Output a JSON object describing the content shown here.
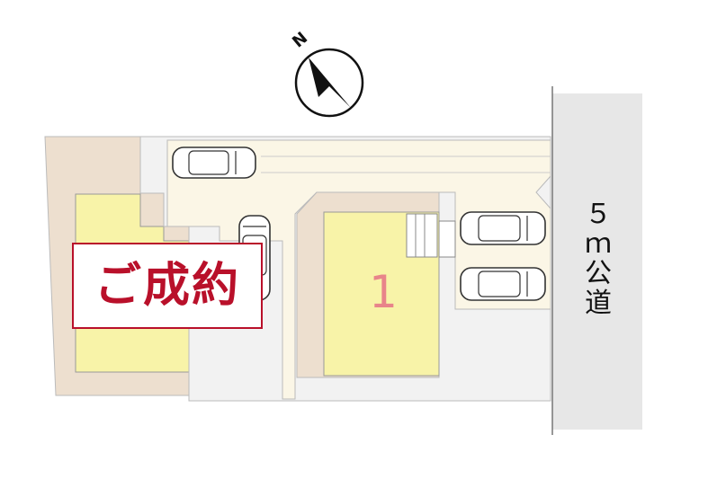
{
  "compass": {
    "label": "N"
  },
  "sold_stamp": {
    "text": "ご成約"
  },
  "lot": {
    "number": "1"
  },
  "road": {
    "chars": [
      "５",
      "ｍ",
      "公",
      "道"
    ]
  },
  "colors": {
    "road": "#e7e7e7",
    "land_tan": "#eddfcf",
    "driveway_cream": "#fbf6e6",
    "building_yellow": "#f8f3a8",
    "paving_grey": "#f2f2f2",
    "stamp_red": "#b9102a",
    "lot_number": "#e8848a"
  }
}
